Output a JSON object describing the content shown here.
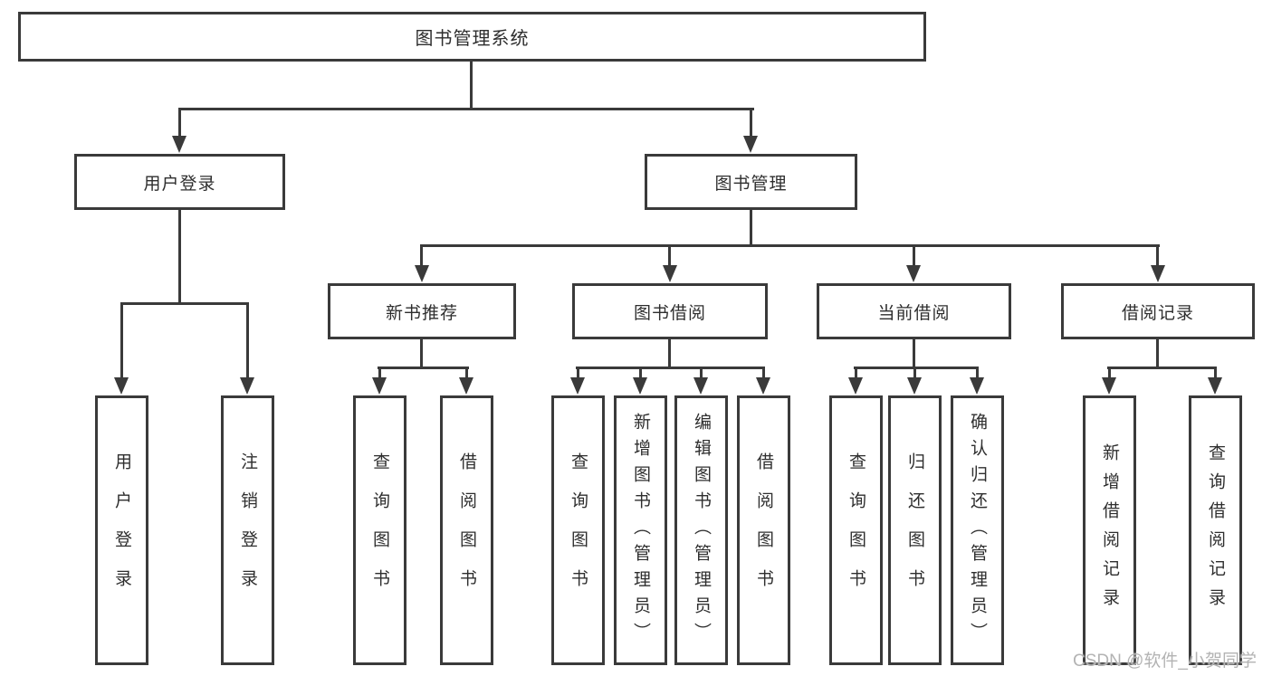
{
  "diagram": {
    "type": "hierarchy-chart",
    "colors": {
      "line": "#3a3a3a",
      "box_border": "#3a3a3a",
      "box_fill": "#ffffff",
      "text": "#2e2e2e",
      "watermark": "#b3b3b3",
      "background": "#ffffff"
    },
    "tree": {
      "label": "图书管理系统",
      "children": [
        {
          "label": "用户登录",
          "children": [
            {
              "label": "用户登录"
            },
            {
              "label": "注销登录"
            }
          ]
        },
        {
          "label": "图书管理",
          "children": [
            {
              "label": "新书推荐",
              "children": [
                {
                  "label": "查询图书"
                },
                {
                  "label": "借阅图书"
                }
              ]
            },
            {
              "label": "图书借阅",
              "children": [
                {
                  "label": "查询图书"
                },
                {
                  "label": "新增图书（管理员）"
                },
                {
                  "label": "编辑图书（管理员）"
                },
                {
                  "label": "借阅图书"
                }
              ]
            },
            {
              "label": "当前借阅",
              "children": [
                {
                  "label": "查询图书"
                },
                {
                  "label": "归还图书"
                },
                {
                  "label": "确认归还（管理员）"
                }
              ]
            },
            {
              "label": "借阅记录",
              "children": [
                {
                  "label": "新增借阅记录"
                },
                {
                  "label": "查询借阅记录"
                }
              ]
            }
          ]
        }
      ]
    }
  },
  "watermark": {
    "text": "CSDN @软件_小贺同学"
  }
}
